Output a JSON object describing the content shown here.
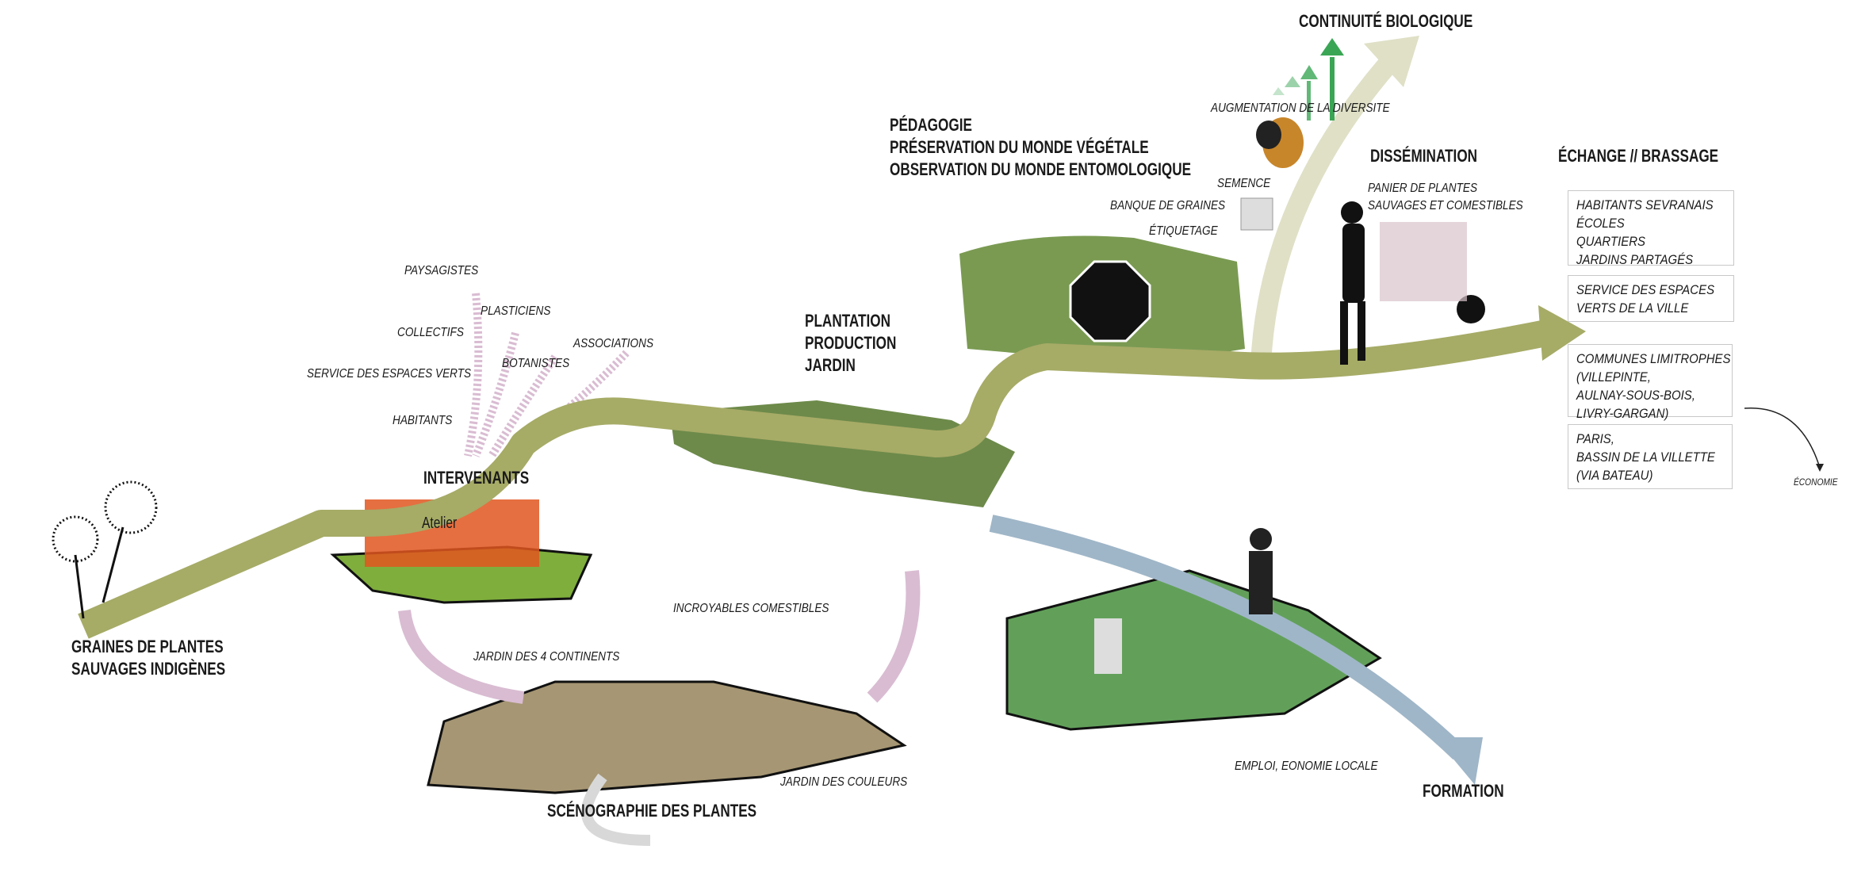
{
  "colors": {
    "ribbon": "#a6ab66",
    "ribbon_dark": "#7f8446",
    "pink_arrow": "#d9bcd2",
    "blue_arrow": "#9fb6c8",
    "green_arrow": "#3aa655",
    "atelier": "#e0561e"
  },
  "start": {
    "line1": "GRAINES DE PLANTES",
    "line2": "SAUVAGES INDIGÈNES"
  },
  "intervenants": {
    "title": "INTERVENANTS",
    "atelier": "Atelier",
    "actors": [
      "PAYSAGISTES",
      "PLASTICIENS",
      "COLLECTIFS",
      "ASSOCIATIONS",
      "BOTANISTES",
      "SERVICE DES ESPACES VERTS",
      "HABITANTS"
    ]
  },
  "plantation": {
    "lines": [
      "PLANTATION",
      "PRODUCTION",
      "JARDIN"
    ]
  },
  "scenographie": {
    "title": "SCÉNOGRAPHIE DES PLANTES",
    "incroyables": "INCROYABLES COMESTIBLES",
    "continents": "JARDIN DES 4 CONTINENTS",
    "couleurs": "JARDIN DES COULEURS"
  },
  "pedagogie": {
    "lines": [
      "PÉDAGOGIE",
      "PRÉSERVATION DU MONDE VÉGÉTALE",
      "OBSERVATION DU MONDE ENTOMOLOGIQUE"
    ],
    "semence": "SEMENCE",
    "banque": "BANQUE DE GRAINES",
    "etiquetage": "ÉTIQUETAGE"
  },
  "continuite": {
    "title": "CONTINUITÉ BIOLOGIQUE",
    "augmentation": "AUGMENTATION DE LA DIVERSITE"
  },
  "dissemination": {
    "title": "DISSÉMINATION",
    "line1": "PANIER DE PLANTES",
    "line2": "SAUVAGES ET COMESTIBLES"
  },
  "echange": {
    "title": "ÉCHANGE // BRASSAGE",
    "boxes": [
      [
        "HABITANTS SEVRANAIS",
        "ÉCOLES",
        "QUARTIERS",
        "JARDINS PARTAGÉS"
      ],
      [
        "SERVICE DES ESPACES",
        "VERTS DE LA VILLE"
      ],
      [
        "COMMUNES LIMITROPHES",
        "(VILLEPINTE,",
        "AULNAY-SOUS-BOIS,",
        "LIVRY-GARGAN)"
      ],
      [
        "PARIS,",
        "BASSIN DE LA VILLETTE",
        "(VIA BATEAU)"
      ]
    ],
    "economie": "ÉCONOMIE"
  },
  "formation": {
    "title": "FORMATION",
    "emploi": "EMPLOI, EONOMIE LOCALE"
  }
}
